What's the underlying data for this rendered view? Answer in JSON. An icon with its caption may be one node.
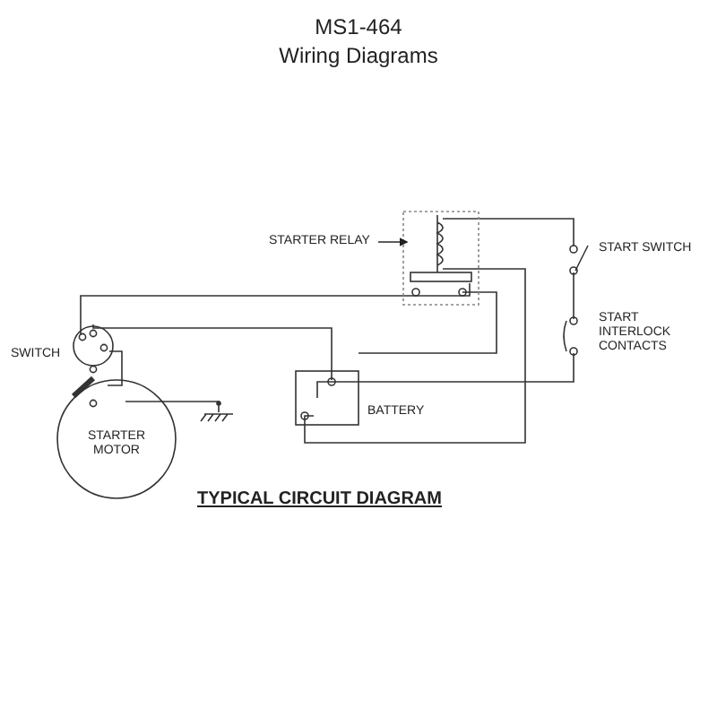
{
  "diagram": {
    "title": "MS1-464",
    "nodes": [
      {
        "text": [
          "STARTER RELAY"
        ]
      },
      {
        "text": [],
        "shape": "box"
      },
      {
        "text": [
          "STARTER MOTOR"
        ]
      }
    ],
    "edges": [
      {
        "from": 0,
        "to": 1,
        "arrow": "to"
      }
    ],
    "labels": [
      "Wiring Diagrams",
      "START SWITCH",
      "START INTERLOCK CONTACTS",
      "SWITCH",
      "BATTERY",
      "TYPICAL CIRCUIT DIAGRAM"
    ]
  }
}
